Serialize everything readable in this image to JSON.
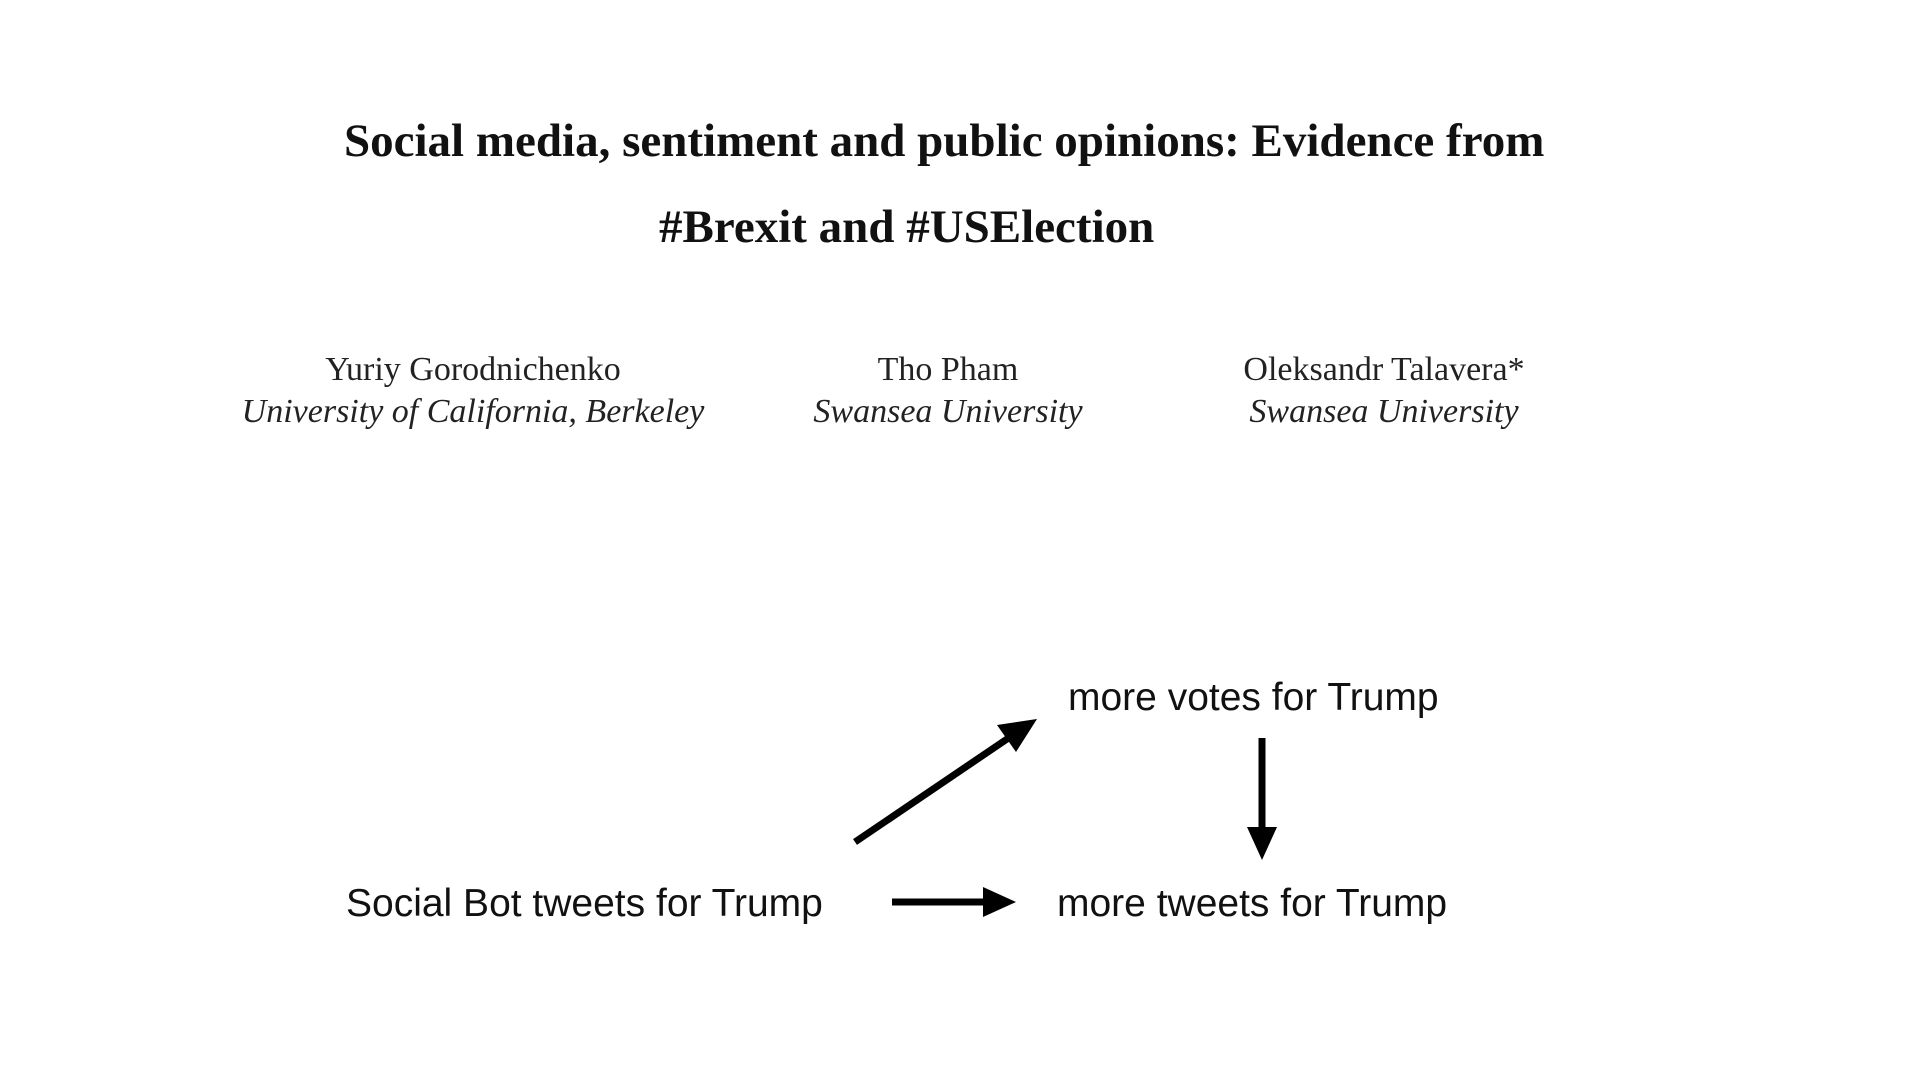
{
  "header": {
    "title_line_1": "Social media, sentiment and public opinions: Evidence from",
    "title_line_2": "#Brexit and #USElection"
  },
  "authors": [
    {
      "name": "Yuriy Gorodnichenko",
      "affiliation": "University of California, Berkeley"
    },
    {
      "name": "Tho Pham",
      "affiliation": "Swansea University"
    },
    {
      "name": "Oleksandr Talavera*",
      "affiliation": "Swansea University"
    }
  ],
  "diagram": {
    "nodes": {
      "votes": "more votes for Trump",
      "bot": "Social Bot tweets for Trump",
      "tweets": "more tweets for Trump"
    },
    "edges": [
      {
        "from": "bot",
        "to": "votes"
      },
      {
        "from": "bot",
        "to": "tweets"
      },
      {
        "from": "votes",
        "to": "tweets"
      }
    ],
    "arrow_color": "#000000"
  }
}
